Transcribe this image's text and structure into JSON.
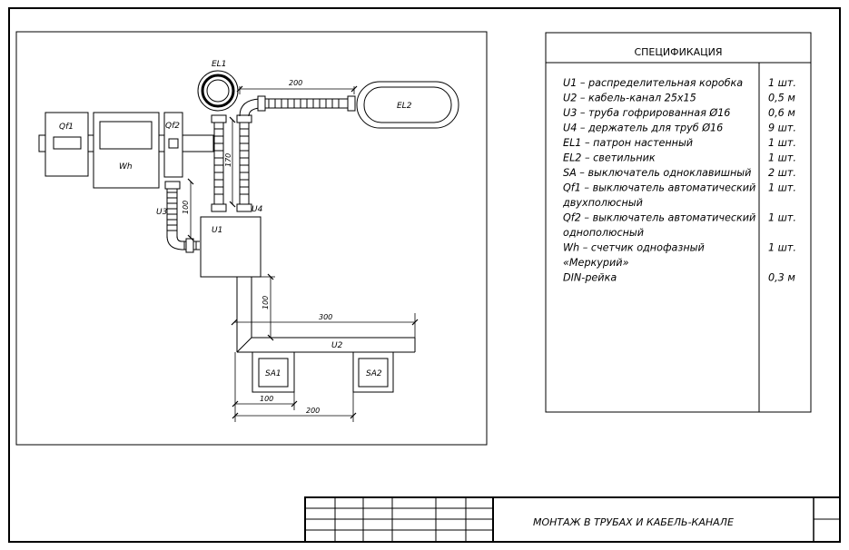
{
  "drawing": {
    "labels": {
      "qf1": "Qf1",
      "wh": "Wh",
      "qf2": "Qf2",
      "el1": "EL1",
      "el2": "EL2",
      "u1": "U1",
      "u2": "U2",
      "u3": "U3",
      "u4": "U4",
      "sa1": "SA1",
      "sa2": "SA2"
    },
    "dimensions": {
      "d200_top": "200",
      "d170": "170",
      "d100_u3": "100",
      "d100_u1": "100",
      "d300": "300",
      "d100_sa": "100",
      "d200_sa": "200"
    }
  },
  "specification": {
    "title": "СПЕЦИФИКАЦИЯ",
    "items": [
      {
        "lines": [
          "U1 – распределительная коробка"
        ],
        "qty": "1 шт."
      },
      {
        "lines": [
          "U2 – кабель-канал 25х15"
        ],
        "qty": "0,5 м"
      },
      {
        "lines": [
          "U3 – труба гофрированная Ø16"
        ],
        "qty": "0,6 м"
      },
      {
        "lines": [
          "U4 – держатель для труб Ø16"
        ],
        "qty": "9 шт."
      },
      {
        "lines": [
          "EL1 – патрон настенный"
        ],
        "qty": "1 шт."
      },
      {
        "lines": [
          "EL2 – светильник"
        ],
        "qty": "1 шт."
      },
      {
        "lines": [
          "SA – выключатель одноклавишный"
        ],
        "qty": "2 шт."
      },
      {
        "lines": [
          "Qf1 – выключатель автоматический",
          "двухполюсный"
        ],
        "qty": "1 шт."
      },
      {
        "lines": [
          "Qf2 – выключатель автоматический",
          "однополюсный"
        ],
        "qty": "1 шт."
      },
      {
        "lines": [
          "Wh – счетчик однофазный",
          "«Меркурий»"
        ],
        "qty": "1 шт."
      },
      {
        "lines": [
          "DIN-рейка"
        ],
        "qty": "0,3 м"
      }
    ]
  },
  "title_block": {
    "title": "МОНТАЖ В ТРУБАХ И КАБЕЛЬ-КАНАЛЕ"
  }
}
